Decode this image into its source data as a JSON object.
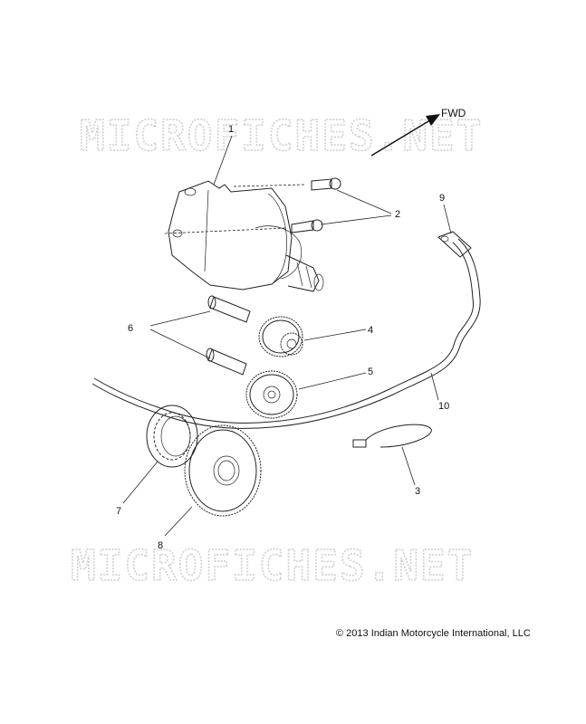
{
  "watermark": {
    "top_text": "MICROFICHES.NET",
    "bottom_text": "MICROFICHES.NET"
  },
  "direction": {
    "label": "FWD",
    "icon": "arrow-up-right-icon"
  },
  "callouts": {
    "c1": "1",
    "c2": "2",
    "c3": "3",
    "c4": "4",
    "c5": "5",
    "c6": "6",
    "c7": "7",
    "c8": "8",
    "c9": "9",
    "c10": "10"
  },
  "copyright": {
    "symbol": "©",
    "text": "2013 Indian Motorcycle International, LLC"
  }
}
